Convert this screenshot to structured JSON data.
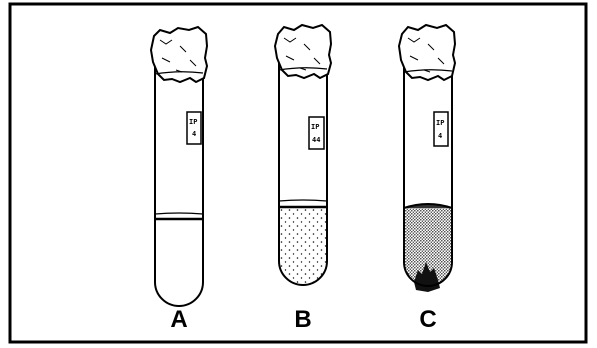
{
  "tubes": [
    {
      "label": "A",
      "tag_lines": [
        "IP",
        "4"
      ]
    },
    {
      "label": "B",
      "tag_lines": [
        "IP",
        "44"
      ]
    },
    {
      "label": "C",
      "tag_lines": [
        "IP",
        "4"
      ]
    }
  ]
}
